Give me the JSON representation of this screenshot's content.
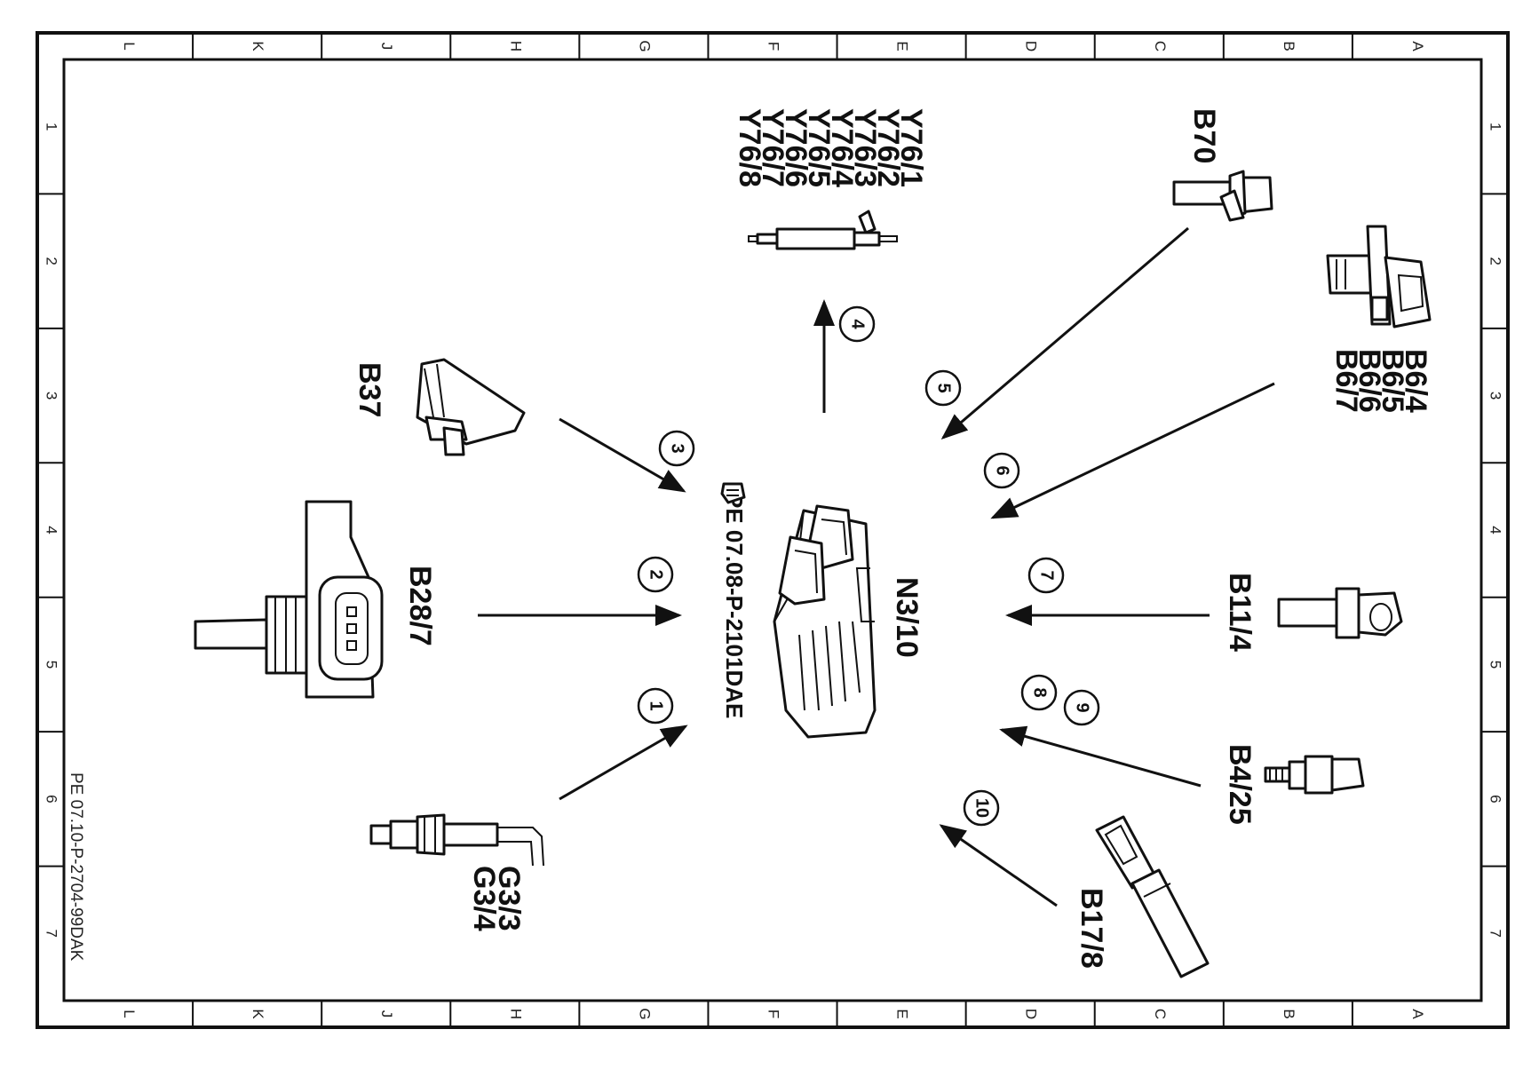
{
  "frame": {
    "columns": [
      "L",
      "K",
      "J",
      "H",
      "G",
      "F",
      "E",
      "D",
      "C",
      "B",
      "A"
    ],
    "rows": [
      "1",
      "2",
      "3",
      "4",
      "5",
      "6",
      "7"
    ]
  },
  "document_id": "PE 07.10-P-2704-99DAK",
  "center": {
    "unit_label": "N3/10",
    "reference": "PE 07.08-P-2101DAE",
    "reference_icon": "pointing-hand-icon"
  },
  "components": {
    "y76": {
      "labels": [
        "Y76/1",
        "Y76/2",
        "Y76/3",
        "Y76/4",
        "Y76/5",
        "Y76/6",
        "Y76/7",
        "Y76/8"
      ]
    },
    "b70": {
      "labels": [
        "B70"
      ]
    },
    "b6": {
      "labels": [
        "B6/4",
        "B6/5",
        "B6/6",
        "B6/7"
      ]
    },
    "b37": {
      "labels": [
        "B37"
      ]
    },
    "b28": {
      "labels": [
        "B28/7"
      ]
    },
    "b11": {
      "labels": [
        "B11/4"
      ]
    },
    "b4": {
      "labels": [
        "B4/25"
      ]
    },
    "g3": {
      "labels": [
        "G3/3",
        "G3/4"
      ]
    },
    "b17": {
      "labels": [
        "B17/8"
      ]
    }
  },
  "arrows": {
    "a1": "1",
    "a2": "2",
    "a3": "3",
    "a4": "4",
    "a5": "5",
    "a6": "6",
    "a7": "7",
    "a8": "8",
    "a9": "9",
    "a10": "10"
  }
}
